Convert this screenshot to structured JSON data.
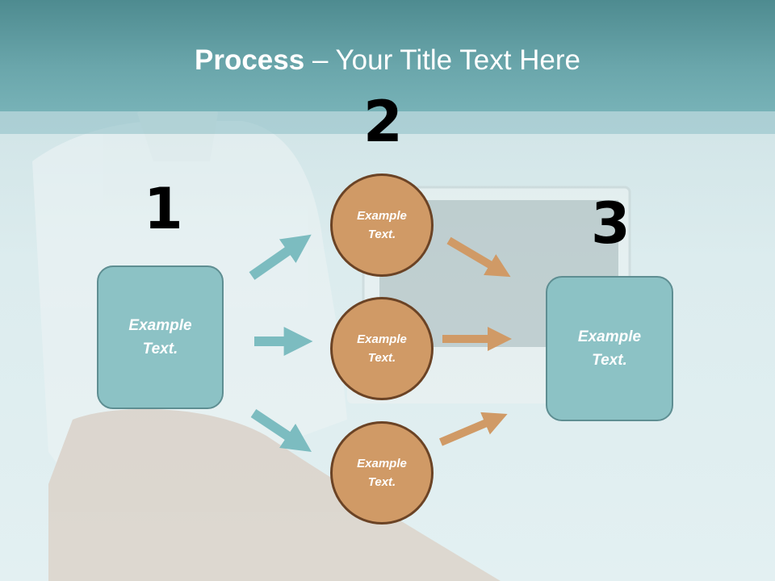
{
  "title": {
    "bold": "Process",
    "rest": " – Your Title Text Here"
  },
  "steps": {
    "one": {
      "number": "1",
      "text": "Example Text."
    },
    "two": {
      "number": "2",
      "items": [
        {
          "text": "Example Text."
        },
        {
          "text": "Example Text."
        },
        {
          "text": "Example Text."
        }
      ]
    },
    "three": {
      "number": "3",
      "text": "Example Text."
    }
  },
  "colors": {
    "teal_box": "#8cc2c5",
    "orange_circle": "#d09a66",
    "teal_arrow": "#7cbcc0",
    "orange_arrow": "#d09a66"
  }
}
